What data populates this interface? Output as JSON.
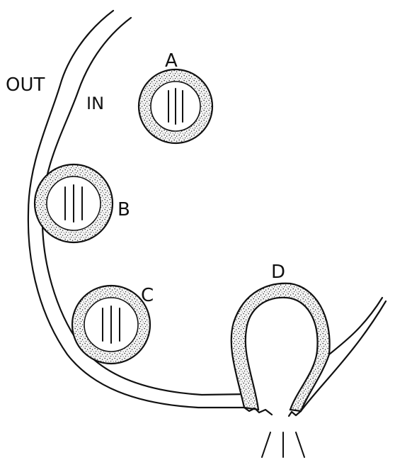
{
  "labels": {
    "outside": "OUT",
    "inside": "IN",
    "vesicle_a": "A",
    "vesicle_b": "B",
    "vesicle_c": "C",
    "vesicle_d": "D"
  }
}
